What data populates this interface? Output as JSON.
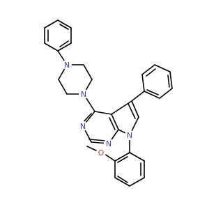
{
  "molecule": {
    "atoms": {
      "n_pip_top": "N",
      "n_pip_bottom": "N",
      "n_pyr_3": "N",
      "n_pyr_1": "N",
      "n_pyrrole": "N",
      "o_methoxy": "O"
    },
    "colors": {
      "bond": "#000000",
      "nitrogen": "#3b3bd6",
      "oxygen": "#d63b3b",
      "background": "#ffffff"
    }
  }
}
